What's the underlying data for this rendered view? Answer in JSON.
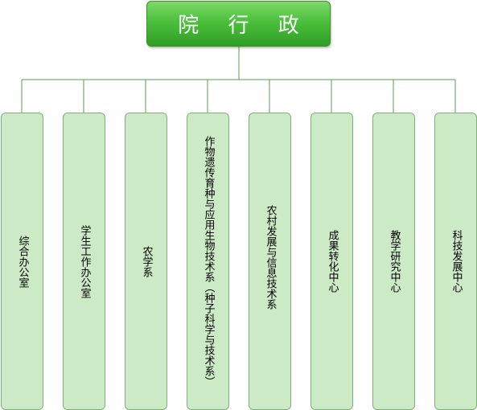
{
  "root": {
    "label": "院 行 政"
  },
  "departments": [
    {
      "label": "综合办公室"
    },
    {
      "label": "学生工作办公室"
    },
    {
      "label": "农学系"
    },
    {
      "label": "作物遗传育种与应用生物技术系（种子科学与技术系）"
    },
    {
      "label": "农村发展与信息技术系"
    },
    {
      "label": "成果转化中心"
    },
    {
      "label": "教学研究中心"
    },
    {
      "label": "科技发展中心"
    }
  ],
  "colors": {
    "root_fill": "#4cbf3c",
    "box_fill": "#cdeac6",
    "box_border": "#7fb07a",
    "connector": "#5a9a55"
  }
}
